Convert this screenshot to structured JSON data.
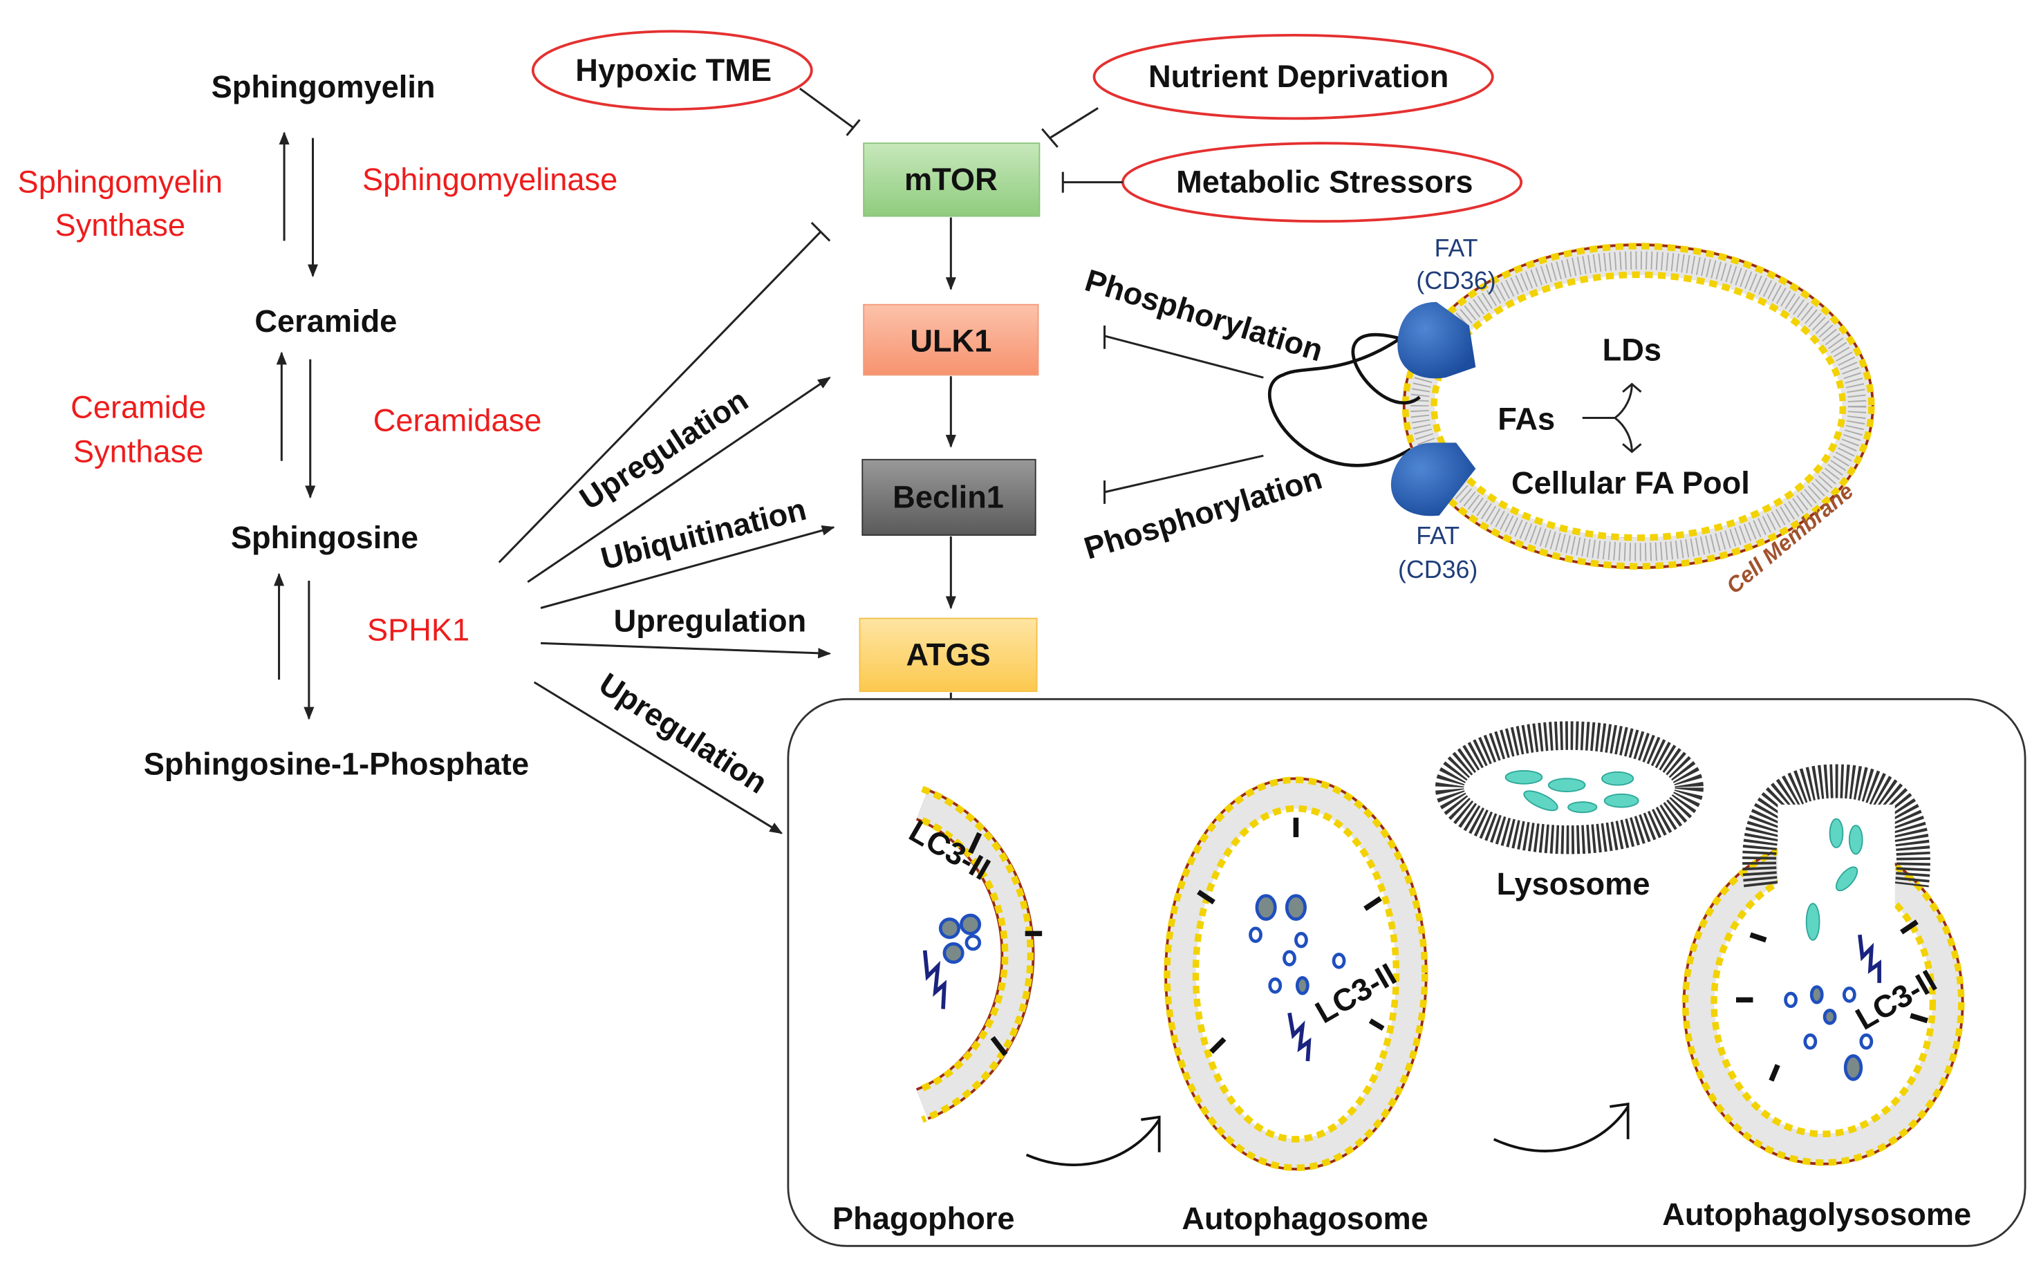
{
  "sphingolipid_pathway": {
    "metabolites": [
      "Sphingomyelin",
      "Ceramide",
      "Sphingosine",
      "Sphingosine-1-Phosphate"
    ],
    "enzymes": {
      "sphingomyelin_synthase": [
        "Sphingomyelin",
        "Synthase"
      ],
      "sphingomyelinase": "Sphingomyelinase",
      "ceramide_synthase": [
        "Ceramide",
        "Synthase"
      ],
      "ceramidase": "Ceramidase",
      "sphk1": "SPHK1"
    }
  },
  "stressors": [
    "Hypoxic TME",
    "Nutrient Deprivation",
    "Metabolic Stressors"
  ],
  "signaling": {
    "nodes": [
      "mTOR",
      "ULK1",
      "Beclin1",
      "ATGS"
    ],
    "colors": {
      "mTOR": "#a8d99a",
      "ULK1": "#f9a98b",
      "Beclin1": "#7a7a7a",
      "ATGS": "#fdd67a"
    },
    "edge_labels": [
      "Upregulation",
      "Ubiquitination",
      "Upregulation",
      "Upregulation"
    ]
  },
  "fat_cd36": {
    "phosphorylation": [
      "Phosphorylation",
      "Phosphorylation"
    ],
    "fat_labels": [
      [
        "FAT",
        "(CD36)"
      ],
      [
        "FAT",
        "(CD36)"
      ]
    ],
    "fas": "FAs",
    "lds": "LDs",
    "pool": "Cellular FA Pool",
    "membrane": "Cell Membrane"
  },
  "autophagy": {
    "stages": [
      "Phagophore",
      "Autophagosome",
      "Lysosome",
      "Autophagolysosome"
    ],
    "lc3": "LC3-II"
  },
  "colors": {
    "red_text": "#ee1c1c",
    "ellipse_outline": "#e53030",
    "membrane_bead": "#f2d200",
    "membrane_edge": "#9b2a10",
    "cargo": "#1f4fbf",
    "enzyme_teal": "#5fd6c3"
  }
}
